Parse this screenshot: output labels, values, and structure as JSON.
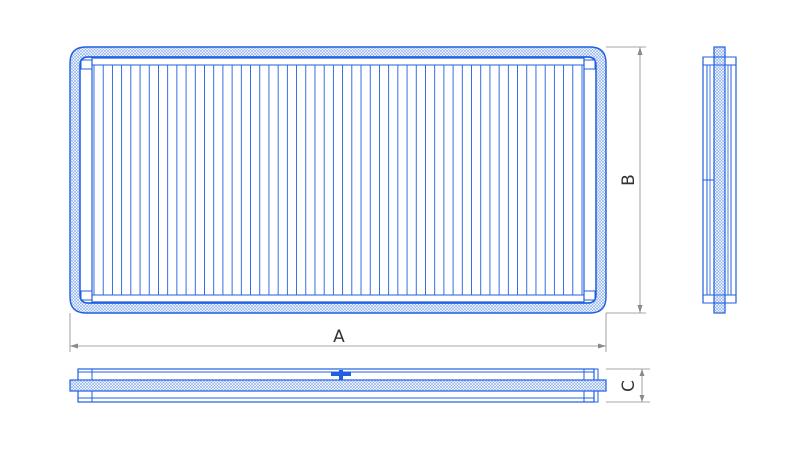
{
  "labels": {
    "a": "A",
    "b": "B",
    "c": "C"
  },
  "colors": {
    "drawing": "#1f5fe0",
    "dimension": "#8a8a8a",
    "hatch": "#7fa6ee",
    "background": "#ffffff"
  },
  "drawing": {
    "front_pleat_count": 54
  }
}
